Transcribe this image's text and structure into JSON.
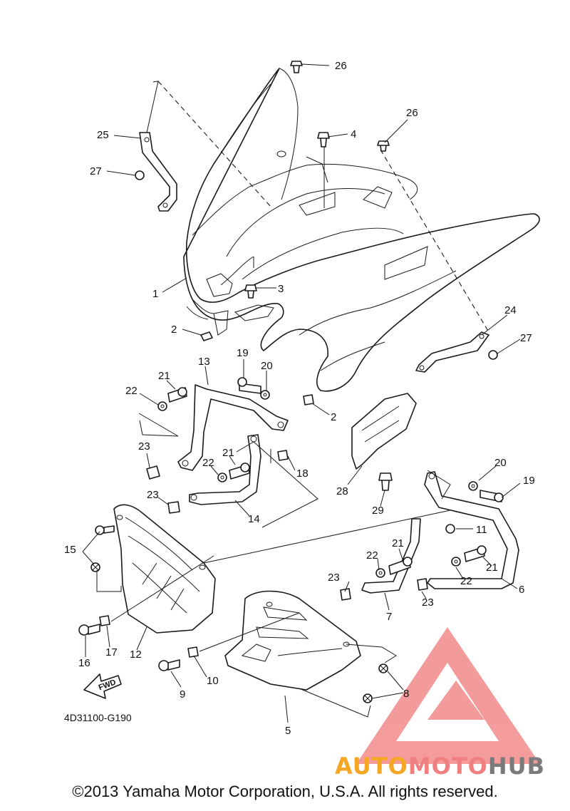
{
  "diagram": {
    "part_code": "4D31100-G190",
    "fwd_label": "FWD",
    "callouts": [
      {
        "id": "c26a",
        "label": "26"
      },
      {
        "id": "c26b",
        "label": "26"
      },
      {
        "id": "c4",
        "label": "4"
      },
      {
        "id": "c25",
        "label": "25"
      },
      {
        "id": "c27a",
        "label": "27"
      },
      {
        "id": "c1",
        "label": "1"
      },
      {
        "id": "c3",
        "label": "3"
      },
      {
        "id": "c2a",
        "label": "2"
      },
      {
        "id": "c24",
        "label": "24"
      },
      {
        "id": "c27b",
        "label": "27"
      },
      {
        "id": "c13",
        "label": "13"
      },
      {
        "id": "c19a",
        "label": "19"
      },
      {
        "id": "c20a",
        "label": "20"
      },
      {
        "id": "c21a",
        "label": "21"
      },
      {
        "id": "c22a",
        "label": "22"
      },
      {
        "id": "c2b",
        "label": "2"
      },
      {
        "id": "c23a",
        "label": "23"
      },
      {
        "id": "c21b",
        "label": "21"
      },
      {
        "id": "c22b",
        "label": "22"
      },
      {
        "id": "c18",
        "label": "18"
      },
      {
        "id": "c23b",
        "label": "23"
      },
      {
        "id": "c14",
        "label": "14"
      },
      {
        "id": "c28",
        "label": "28"
      },
      {
        "id": "c29",
        "label": "29"
      },
      {
        "id": "c20b",
        "label": "20"
      },
      {
        "id": "c19b",
        "label": "19"
      },
      {
        "id": "c11",
        "label": "11"
      },
      {
        "id": "c15",
        "label": "15"
      },
      {
        "id": "c21c",
        "label": "21"
      },
      {
        "id": "c22c",
        "label": "22"
      },
      {
        "id": "c21d",
        "label": "21"
      },
      {
        "id": "c23c",
        "label": "23"
      },
      {
        "id": "c22d",
        "label": "22"
      },
      {
        "id": "c6",
        "label": "6"
      },
      {
        "id": "c23d",
        "label": "23"
      },
      {
        "id": "c7",
        "label": "7"
      },
      {
        "id": "c16",
        "label": "16"
      },
      {
        "id": "c17",
        "label": "17"
      },
      {
        "id": "c12",
        "label": "12"
      },
      {
        "id": "c10",
        "label": "10"
      },
      {
        "id": "c9",
        "label": "9"
      },
      {
        "id": "c8",
        "label": "8"
      },
      {
        "id": "c5",
        "label": "5"
      }
    ]
  },
  "watermark": {
    "part1": "AUTO",
    "part2": "MOTO",
    "part3": "HUB",
    "color_auto": "#f5a623",
    "color_moto": "#f08080",
    "color_hub": "#7a7a7a",
    "triangle_color": "#f07a7a"
  },
  "footer": {
    "copyright": "©2013 Yamaha Motor Corporation, U.S.A. All rights reserved."
  }
}
